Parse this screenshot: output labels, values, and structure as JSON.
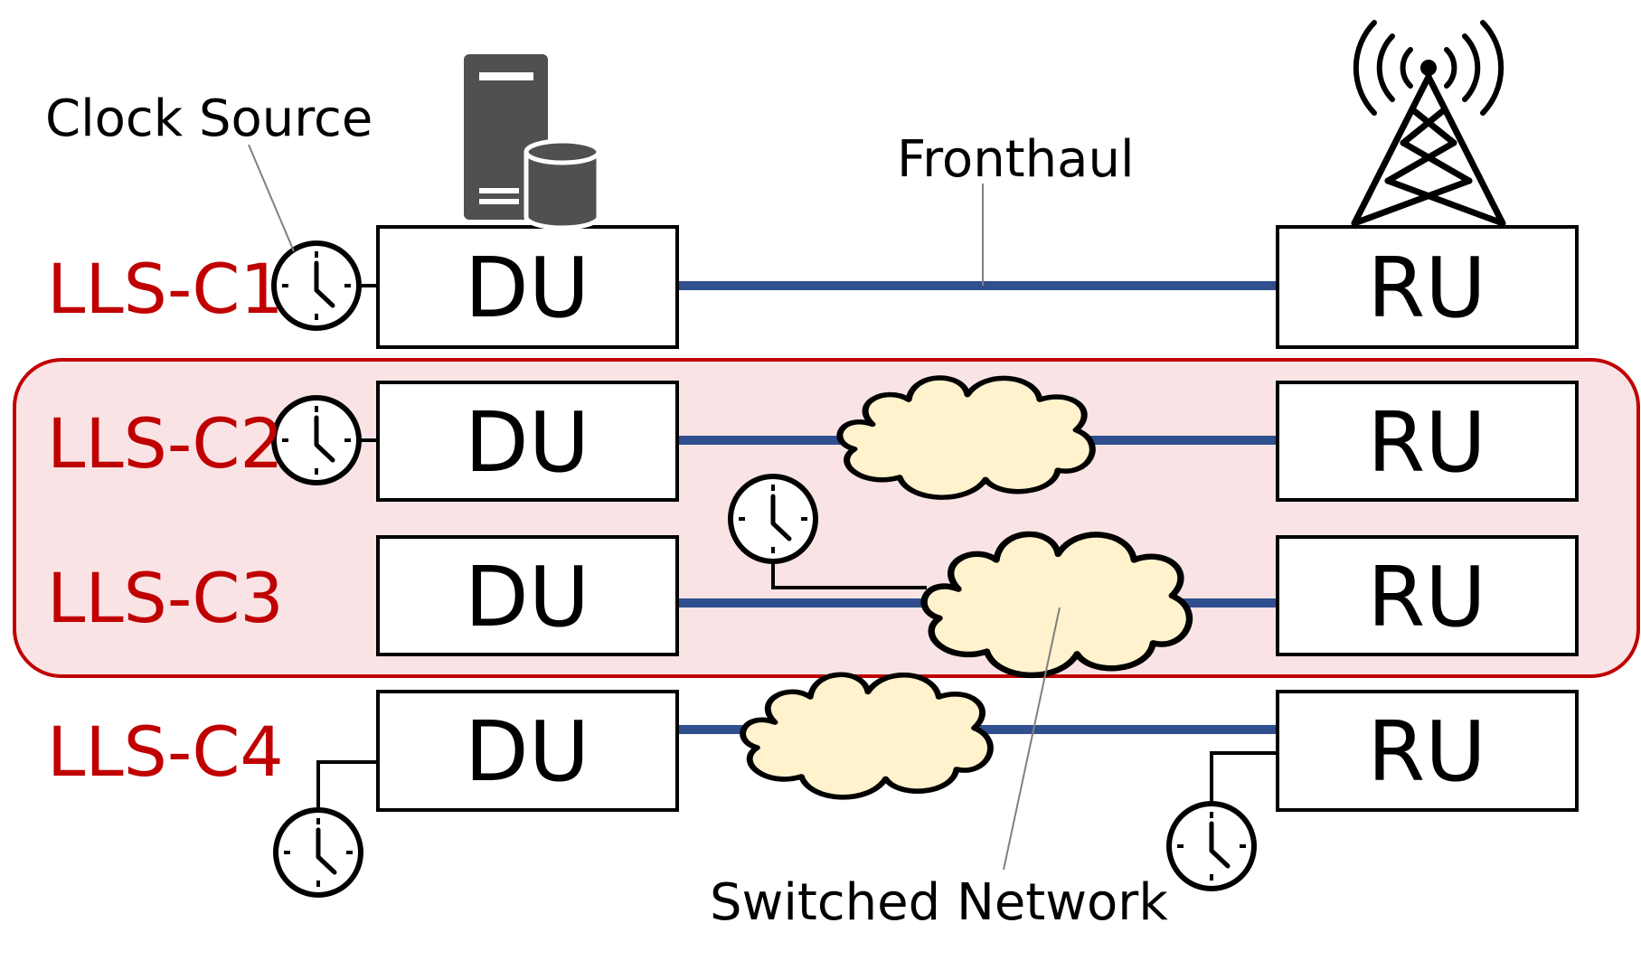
{
  "annotations": {
    "clock_source": "Clock Source",
    "fronthaul": "Fronthaul",
    "switched_network": "Switched Network"
  },
  "rows": [
    {
      "label": "LLS-C1",
      "du": "DU",
      "ru": "RU"
    },
    {
      "label": "LLS-C2",
      "du": "DU",
      "ru": "RU"
    },
    {
      "label": "LLS-C3",
      "du": "DU",
      "ru": "RU"
    },
    {
      "label": "LLS-C4",
      "du": "DU",
      "ru": "RU"
    }
  ],
  "icons": [
    "clock-icon",
    "server-icon",
    "database-icon",
    "cell-tower-icon",
    "cloud-icon"
  ],
  "colors": {
    "label_red": "#c00000",
    "link_blue": "#2f4f8f",
    "highlight_fill": "#f9e3e5",
    "highlight_stroke": "#c00000",
    "cloud_fill": "#fff2cc",
    "server_gray": "#505050",
    "stroke": "#000000"
  }
}
